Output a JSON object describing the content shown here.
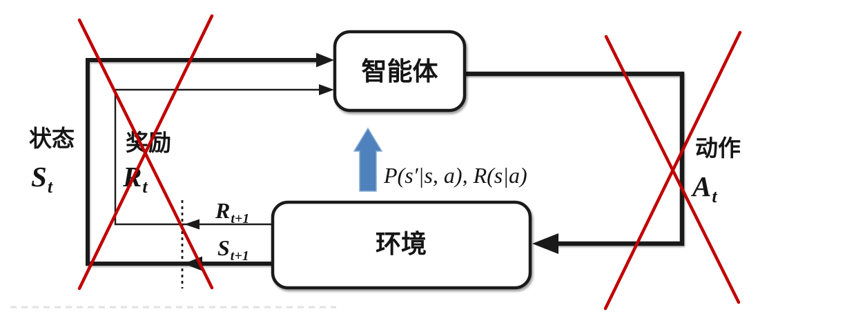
{
  "diagram": {
    "agent_box": {
      "label": "智能体"
    },
    "environment_box": {
      "label": "环境"
    },
    "state": {
      "caption": "状态",
      "symbol": "S",
      "subscript": "t"
    },
    "reward": {
      "caption": "奖励",
      "symbol": "R",
      "subscript": "t"
    },
    "action": {
      "caption": "动作",
      "symbol": "A",
      "subscript": "t"
    },
    "next_reward": {
      "symbol": "R",
      "subscript": "t+1"
    },
    "next_state": {
      "symbol": "S",
      "subscript": "t+1"
    },
    "model_annotation": "P(s′|s, a), R(s|a)",
    "colors": {
      "line": "#1a1a1a",
      "cross": "#c00000",
      "up_arrow": "#4f81bd",
      "faint_dotted": "#c8c8c8"
    }
  }
}
